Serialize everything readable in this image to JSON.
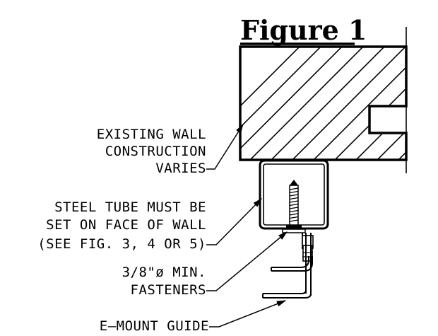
{
  "figure": {
    "title": "Figure 1"
  },
  "labels": {
    "wall_line1": "EXISTING WALL",
    "wall_line2": "CONSTRUCTION",
    "wall_line3": "VARIES",
    "tube_line1": "STEEL TUBE MUST BE",
    "tube_line2": "SET ON FACE OF WALL",
    "tube_line3": "(SEE FIG. 3, 4 OR 5)",
    "fast_line1": "3/8\"ø MIN.",
    "fast_line2": "FASTENERS",
    "guide": "E—MOUNT GUIDE"
  },
  "colors": {
    "ink": "#000000",
    "background": "#ffffff"
  }
}
